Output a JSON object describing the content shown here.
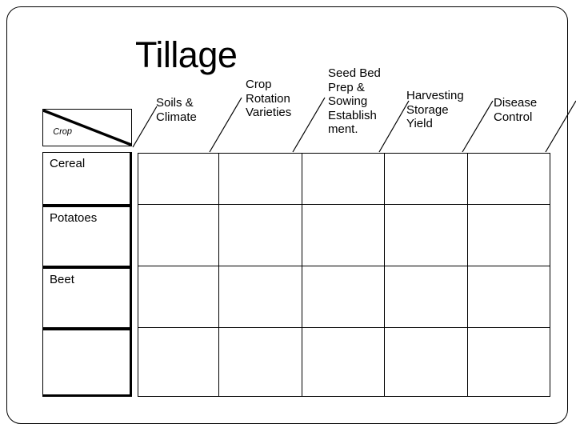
{
  "slide": {
    "title": "Tillage",
    "background_color": "#ffffff",
    "border_color": "#000000"
  },
  "matrix": {
    "corner": {
      "label": "Crop",
      "diagonal_icon": "diagonal-divider-icon"
    },
    "column_headers": [
      {
        "label": "Soils &\nClimate"
      },
      {
        "label": "Crop\nRotation\nVarieties"
      },
      {
        "label": "Seed Bed\nPrep &\nSowing\nEstablish\nment."
      },
      {
        "label": "Harvesting\nStorage\nYield"
      },
      {
        "label": "Disease\nControl"
      }
    ],
    "row_headers": [
      {
        "label": "Cereal"
      },
      {
        "label": "Potatoes"
      },
      {
        "label": "Beet"
      },
      {
        "label": ""
      }
    ],
    "cells": [
      [
        "",
        "",
        "",
        "",
        ""
      ],
      [
        "",
        "",
        "",
        "",
        ""
      ],
      [
        "",
        "",
        "",
        "",
        ""
      ],
      [
        "",
        "",
        "",
        "",
        ""
      ]
    ]
  }
}
